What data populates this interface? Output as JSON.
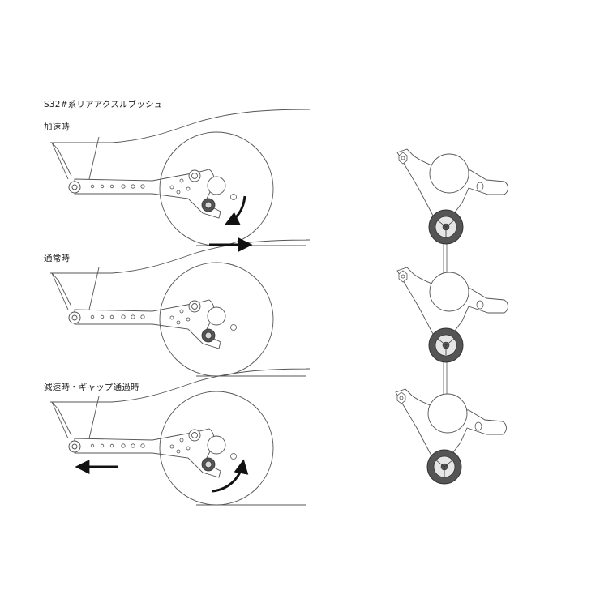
{
  "diagram": {
    "title": "S32#系リアアクスルブッシュ",
    "states": [
      {
        "label": "加速時"
      },
      {
        "label": "通常時"
      },
      {
        "label": "減速時・ギャップ通過時"
      }
    ]
  },
  "colors": {
    "line": "#444444",
    "arrow": "#111111",
    "bushing_dark": "#555555",
    "bushing_light": "#d8d8d8"
  }
}
